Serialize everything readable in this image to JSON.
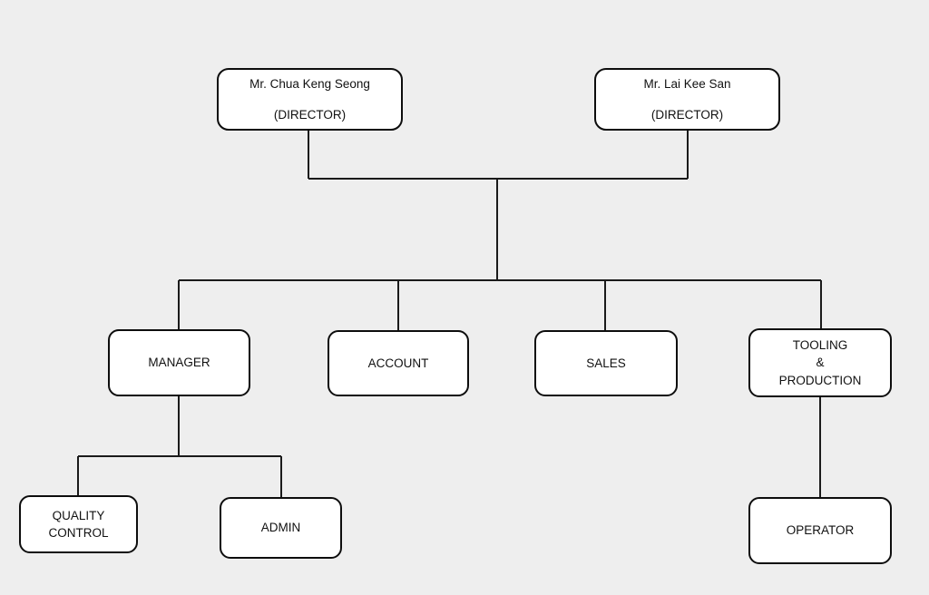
{
  "chart_data": {
    "type": "diagram",
    "title": "",
    "diagram_kind": "organization-chart",
    "background_color": "#eeeeee",
    "node_fill_color": "#ffffff",
    "node_border_color": "#0d0d0d",
    "text_color": "#111111",
    "nodes": [
      {
        "id": "director-1",
        "lines": [
          "Mr. Chua Keng Seong",
          "(DIRECTOR)"
        ],
        "level": 0
      },
      {
        "id": "director-2",
        "lines": [
          "Mr. Lai Kee San",
          "(DIRECTOR)"
        ],
        "level": 0
      },
      {
        "id": "manager",
        "lines": [
          "MANAGER"
        ],
        "level": 1
      },
      {
        "id": "account",
        "lines": [
          "ACCOUNT"
        ],
        "level": 1
      },
      {
        "id": "sales",
        "lines": [
          "SALES"
        ],
        "level": 1
      },
      {
        "id": "tooling-production",
        "lines": [
          "TOOLING",
          "&",
          "PRODUCTION"
        ],
        "level": 1
      },
      {
        "id": "quality-control",
        "lines": [
          "QUALITY",
          "CONTROL"
        ],
        "level": 2
      },
      {
        "id": "admin",
        "lines": [
          "ADMIN"
        ],
        "level": 2
      },
      {
        "id": "operator",
        "lines": [
          "OPERATOR"
        ],
        "level": 2
      }
    ],
    "edges": [
      {
        "from": "director-1",
        "to": "junction-top"
      },
      {
        "from": "director-2",
        "to": "junction-top"
      },
      {
        "from": "junction-top",
        "to": "manager"
      },
      {
        "from": "junction-top",
        "to": "account"
      },
      {
        "from": "junction-top",
        "to": "sales"
      },
      {
        "from": "junction-top",
        "to": "tooling-production"
      },
      {
        "from": "manager",
        "to": "quality-control"
      },
      {
        "from": "manager",
        "to": "admin"
      },
      {
        "from": "tooling-production",
        "to": "operator"
      }
    ]
  },
  "nodes": {
    "director_1": {
      "name": "Mr. Chua Keng Seong",
      "role": "(DIRECTOR)"
    },
    "director_2": {
      "name": "Mr. Lai Kee San",
      "role": "(DIRECTOR)"
    },
    "manager": {
      "label": "MANAGER"
    },
    "account": {
      "label": "ACCOUNT"
    },
    "sales": {
      "label": "SALES"
    },
    "tooling": {
      "line1": "TOOLING",
      "line2": "&",
      "line3": "PRODUCTION"
    },
    "quality_control": {
      "line1": "QUALITY",
      "line2": "CONTROL"
    },
    "admin": {
      "label": "ADMIN"
    },
    "operator": {
      "label": "OPERATOR"
    }
  }
}
